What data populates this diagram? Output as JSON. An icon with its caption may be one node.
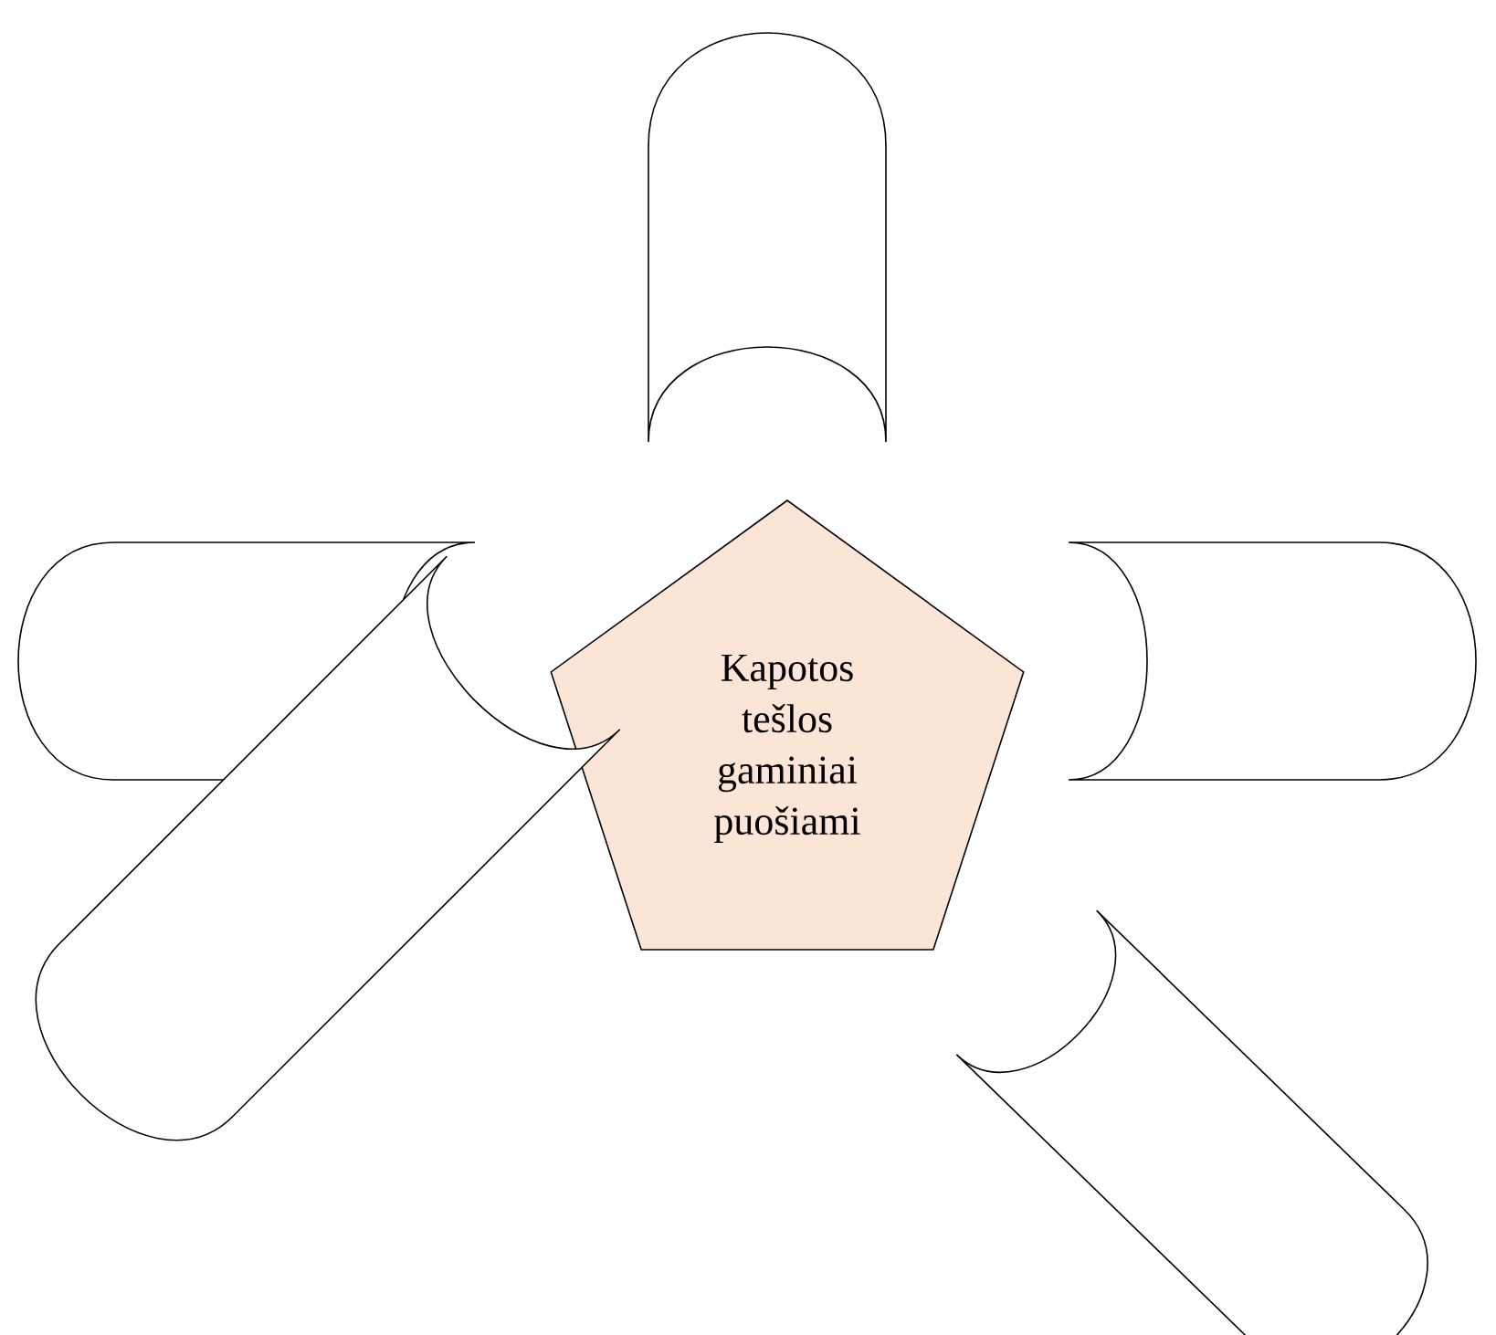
{
  "diagram": {
    "nodes": [
      {
        "text": [
          "Kapotos tešlos gaminiai puošiami"
        ]
      },
      {
        "text": [],
        "shape": "scroll"
      },
      {
        "text": [],
        "shape": "scroll"
      },
      {
        "text": [],
        "shape": "scroll"
      },
      {
        "text": [],
        "shape": "scroll"
      },
      {
        "text": [],
        "shape": "scroll"
      }
    ]
  }
}
